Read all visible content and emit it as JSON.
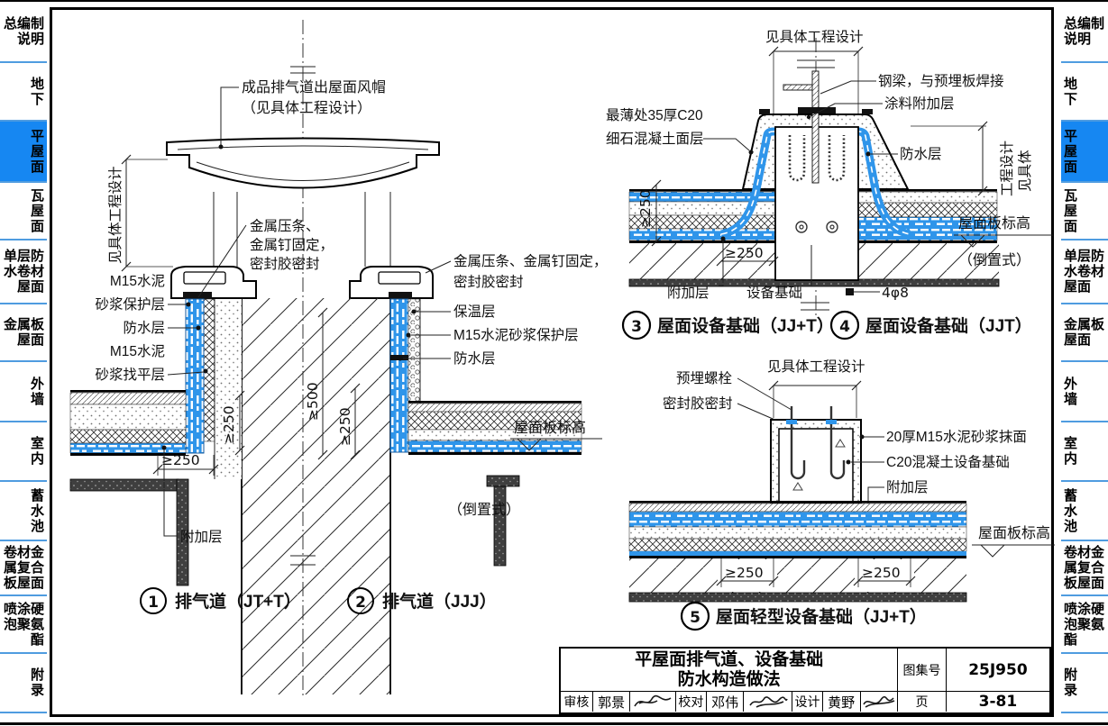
{
  "colors": {
    "accent_blue": "#1687f2",
    "band_blue": "#2f95ea",
    "separator_blue": "#4f9ce0"
  },
  "sidebar": {
    "active_label": "平屋面",
    "items": [
      {
        "label": "总编制\n说明"
      },
      {
        "label": "地\n下"
      },
      {
        "label": "平\n屋\n面"
      },
      {
        "label": "瓦\n屋\n面"
      },
      {
        "label": "单层防\n水卷材\n屋面"
      },
      {
        "label": "金属板\n屋面"
      },
      {
        "label": "外\n墙"
      },
      {
        "label": "室\n内"
      },
      {
        "label": "蓄\n水\n池"
      },
      {
        "label": "卷材金\n属复合\n板屋面"
      },
      {
        "label": "喷涂硬\n泡聚氨\n酯"
      },
      {
        "label": "附\n录"
      }
    ]
  },
  "d12": {
    "cap1": "成品排气道出屋面风帽",
    "cap2": "（见具体工程设计）",
    "dimv": "见具体工程设计",
    "clamp1a": "金属压条、",
    "clamp1b": "金属钉固定，",
    "clamp1c": "密封胶密封",
    "l1": "M15水泥",
    "l2": "砂浆保护层",
    "l3": "防水层",
    "l4": "M15水泥",
    "l5": "砂浆找平层",
    "d250wall": "≥250",
    "d500": "≥500",
    "d250mid": "≥250",
    "clamp2a": "金属压条、金属钉固定，",
    "clamp2b": "密封胶密封",
    "ins": "保温层",
    "prot": "M15水泥砂浆保护层",
    "wp": "防水层",
    "elev": "屋面板标高",
    "inverted": "（倒置式）",
    "d250h": "≥250",
    "extra": "附加层",
    "n1": "1",
    "c1": "排气道（JT+T）",
    "n2": "2",
    "c2": "排气道（JJJ）"
  },
  "d34": {
    "dimtop": "见具体工程设计",
    "steel": "钢梁，与预埋板焊接",
    "coat": "涂料附加层",
    "thin1": "最薄处35厚C20",
    "thin2": "细石混凝土面层",
    "wp": "防水层",
    "dimr1": "工程设计",
    "dimr2": "见具体",
    "d250v": "≥250",
    "d250h": "≥250",
    "extra": "附加层",
    "base": "设备基础",
    "rebar": "4φ8",
    "elev": "屋面板标高",
    "inverted": "（倒置式）",
    "n3": "3",
    "c3": "屋面设备基础（JJ+T）",
    "n4": "4",
    "c4": "屋面设备基础（JJT）"
  },
  "d5": {
    "bolt": "预埋螺栓",
    "seal": "密封胶密封",
    "dimtop": "见具体工程设计",
    "mortar": "20厚M15水泥砂浆抹面",
    "conc": "C20混凝土设备基础",
    "extra": "附加层",
    "elev": "屋面板标高",
    "d250a": "≥250",
    "d250b": "≥250",
    "n5": "5",
    "c5": "屋面轻型设备基础（JJ+T）"
  },
  "titleblock": {
    "t1": "平屋面排气道、设备基础",
    "t2": "防水构造做法",
    "atlas_label": "图集号",
    "atlas_no": "25J950",
    "page_label": "页",
    "page_no": "3-81",
    "r1": "审核",
    "r1n": "郭景",
    "r2": "校对",
    "r2n": "邓伟",
    "r3": "设计",
    "r3n": "黄野"
  }
}
